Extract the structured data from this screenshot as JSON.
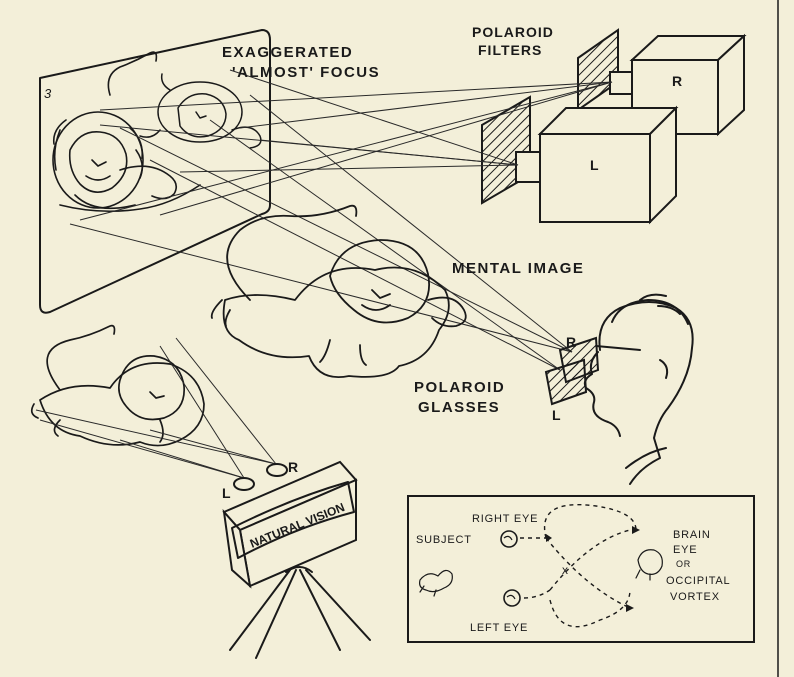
{
  "labels": {
    "exaggerated_line1": "EXAGGERATED",
    "exaggerated_line2": "'ALMOST' FOCUS",
    "polaroid_filters_line1": "POLAROID",
    "polaroid_filters_line2": "FILTERS",
    "projector_right": "R",
    "projector_left": "L",
    "mental_image": "MENTAL IMAGE",
    "polaroid_glasses_line1": "POLAROID",
    "polaroid_glasses_line2": "GLASSES",
    "glasses_right": "R",
    "glasses_left": "L",
    "screen_number": "3",
    "natural_vision": "NATURAL VISION",
    "camera_left": "L",
    "camera_right": "R"
  },
  "inset": {
    "subject": "SUBJECT",
    "right_eye": "RIGHT EYE",
    "left_eye": "LEFT EYE",
    "brain_line1": "BRAIN",
    "brain_line2": "EYE",
    "brain_line3": "OR",
    "brain_line4": "OCCIPITAL",
    "brain_line5": "VORTEX"
  },
  "colors": {
    "ink": "#1a1a1a",
    "paper": "#f3efd9"
  }
}
